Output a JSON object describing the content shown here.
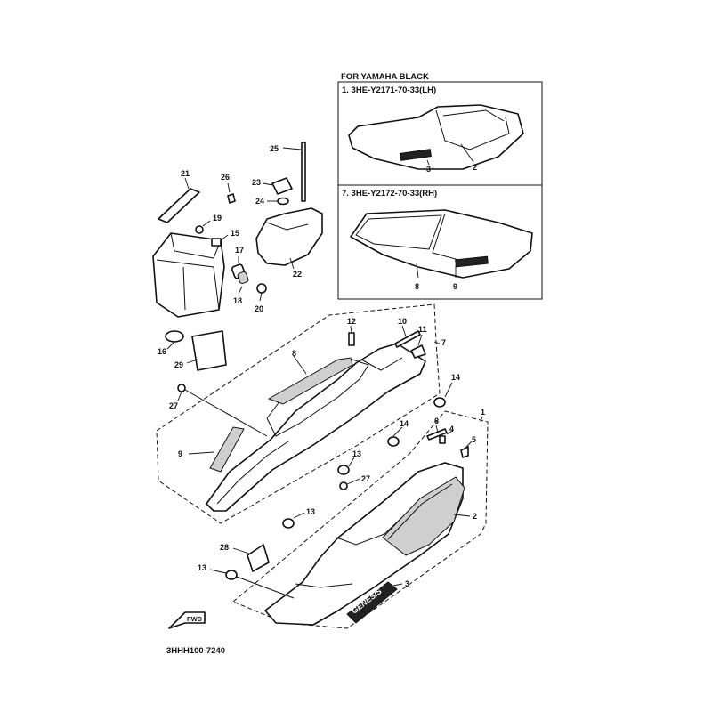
{
  "inset": {
    "title": "FOR YAMAHA BLACK",
    "lh_header": "1. 3HE-Y2171-70-33(LH)",
    "rh_header": "7. 3HE-Y2172-70-33(RH)"
  },
  "decal_text": "GENESIS",
  "fwd_label": "FWD",
  "diagram_code": "3HHH100-7240",
  "callouts": {
    "c1": "1",
    "c2": "2",
    "c3": "3",
    "c4": "4",
    "c5": "5",
    "c6": "6",
    "c7": "7",
    "c8": "8",
    "c9": "9",
    "c10": "10",
    "c11": "11",
    "c12": "12",
    "c13": "13",
    "c14": "14",
    "c15": "15",
    "c16": "16",
    "c17": "17",
    "c18": "18",
    "c19": "19",
    "c20": "20",
    "c21": "21",
    "c22": "22",
    "c23": "23",
    "c24": "24",
    "c25": "25",
    "c26": "26",
    "c27": "27",
    "c28": "28",
    "c29": "29"
  }
}
